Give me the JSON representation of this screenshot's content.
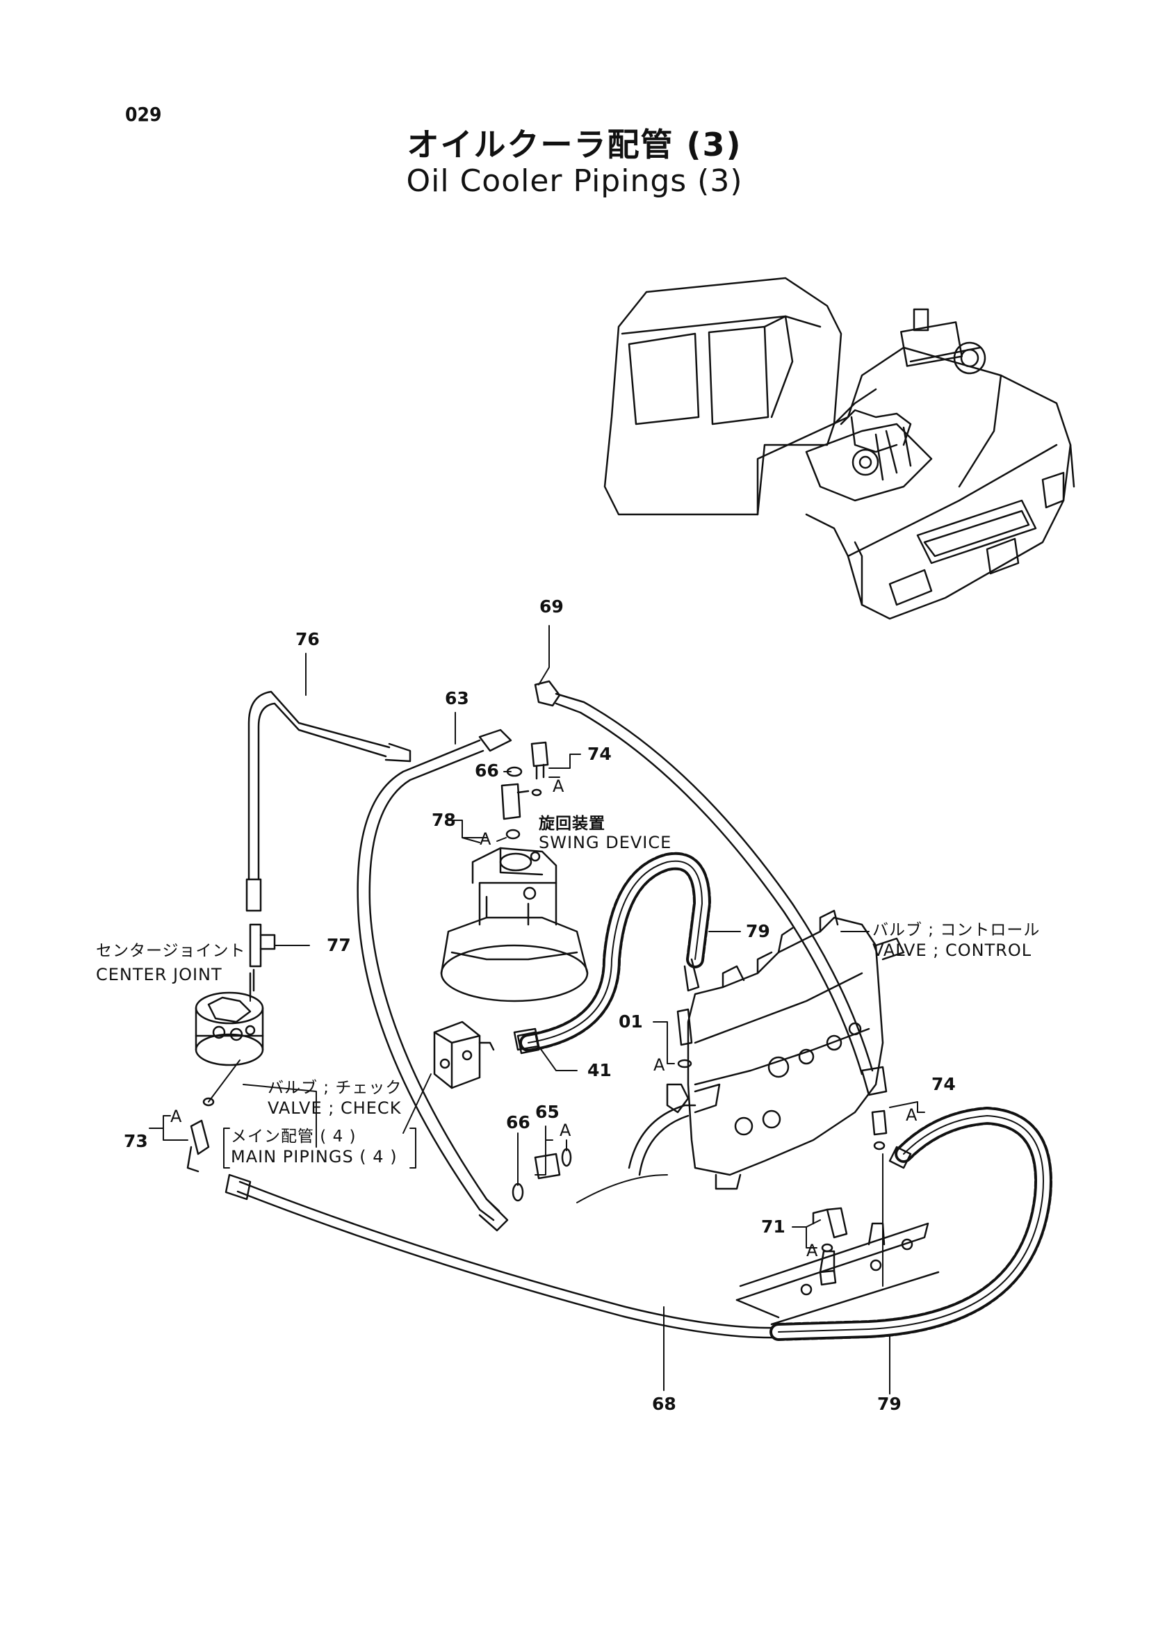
{
  "page_number": "029",
  "title_ja": "オイルクーラ配管 (3)",
  "title_en": "Oil Cooler Pipings (3)",
  "part_numbers": {
    "p76": "76",
    "p63": "63",
    "p69": "69",
    "p66a": "66",
    "p74a": "74",
    "p78": "78",
    "p79a": "79",
    "p77": "77",
    "p01": "01",
    "p41": "41",
    "p65": "65",
    "p66b": "66",
    "p74b": "74",
    "p73": "73",
    "p71": "71",
    "p68": "68",
    "p79b": "79"
  },
  "labels": {
    "swing_device_ja": "旋回装置",
    "swing_device_en": "SWING  DEVICE",
    "control_valve_ja": "バルブ ; コントロール",
    "control_valve_en": "VALVE ; CONTROL",
    "center_joint_ja": "センタージョイント",
    "center_joint_en": "CENTER  JOINT",
    "check_valve_ja": "バルブ ; チェック",
    "check_valve_en": "VALVE ; CHECK",
    "main_pipings_ja": "メイン配管 ( 4 )",
    "main_pipings_en": "MAIN  PIPINGS ( 4 )"
  },
  "callout_a": "A"
}
